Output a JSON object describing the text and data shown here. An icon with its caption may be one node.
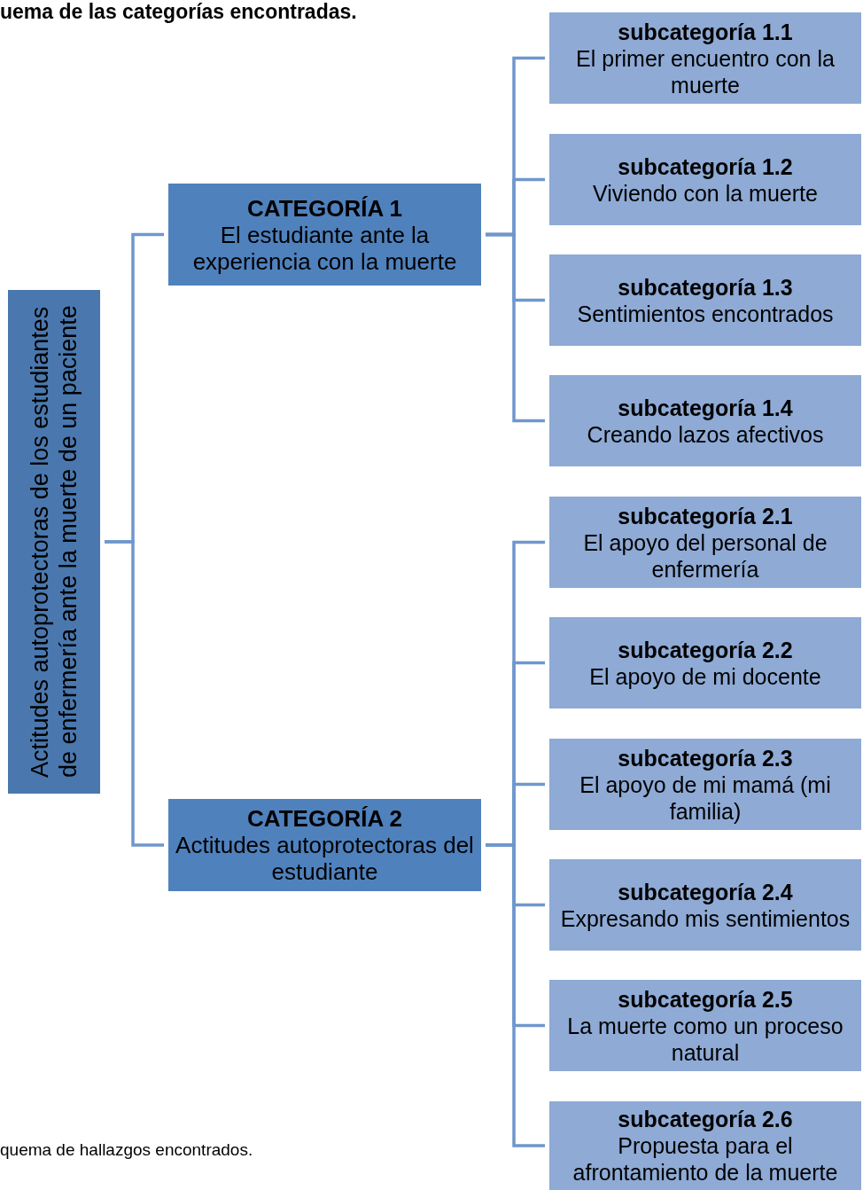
{
  "diagram": {
    "title": "uema de las categorías encontradas.",
    "caption": "quema de hallazgos encontrados.",
    "nodes": [
      {
        "text": [
          "Actitudes autoprotectoras de los estudiantes de enfermería ante la muerte de un paciente"
        ]
      },
      {
        "text": [
          "CATEGORÍA 1",
          "El estudiante ante la experiencia con la muerte"
        ]
      },
      {
        "text": [
          "subcategoría 1.1",
          "El primer encuentro con la muerte"
        ]
      },
      {
        "text": [
          "subcategoría 1.2",
          "Viviendo con la muerte"
        ]
      },
      {
        "text": [
          "subcategoría 1.3",
          "Sentimientos encontrados"
        ]
      },
      {
        "text": [
          "subcategoría 1.4",
          "Creando lazos afectivos"
        ]
      },
      {
        "text": [
          "CATEGORÍA 2",
          "Actitudes autoprotectoras del estudiante"
        ]
      },
      {
        "text": [
          "subcategoría 2.1",
          "El apoyo del personal de enfermería"
        ]
      },
      {
        "text": [
          "subcategoría 2.2",
          "El apoyo de mi docente"
        ]
      },
      {
        "text": [
          "subcategoría 2.3",
          "El apoyo de mi mamá (mi familia)"
        ]
      },
      {
        "text": [
          "subcategoría 2.4",
          "Expresando mis sentimientos"
        ]
      },
      {
        "text": [
          "subcategoría 2.5",
          "La muerte como un proceso natural"
        ]
      },
      {
        "text": [
          "subcategoría 2.6",
          "Propuesta para el afrontamiento de la muerte"
        ]
      }
    ],
    "edges": [
      {
        "from": 0,
        "to": 1,
        "arrow": "none"
      },
      {
        "from": 0,
        "to": 6,
        "arrow": "none"
      },
      {
        "from": 1,
        "to": 2,
        "arrow": "none"
      },
      {
        "from": 1,
        "to": 3,
        "arrow": "none"
      },
      {
        "from": 1,
        "to": 4,
        "arrow": "none"
      },
      {
        "from": 1,
        "to": 5,
        "arrow": "none"
      },
      {
        "from": 6,
        "to": 7,
        "arrow": "none"
      },
      {
        "from": 6,
        "to": 8,
        "arrow": "none"
      },
      {
        "from": 6,
        "to": 9,
        "arrow": "none"
      },
      {
        "from": 6,
        "to": 10,
        "arrow": "none"
      },
      {
        "from": 6,
        "to": 11,
        "arrow": "none"
      },
      {
        "from": 6,
        "to": 12,
        "arrow": "none"
      }
    ]
  }
}
